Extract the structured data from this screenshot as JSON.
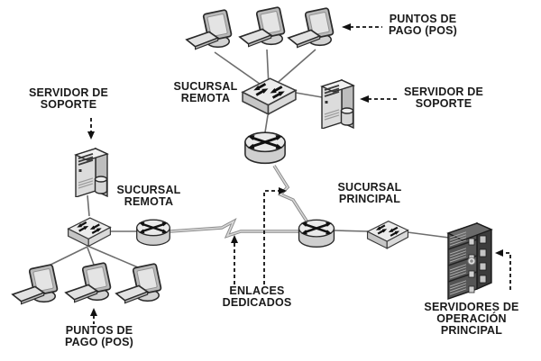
{
  "diagram": {
    "type": "network-topology",
    "language": "es",
    "labels": {
      "pos_top": "PUNTOS DE\nPAGO (POS)",
      "servidor_soporte_top": "SERVIDOR DE\nSOPORTE",
      "sucursal_remota_top": "SUCURSAL\nREMOTA",
      "sucursal_principal": "SUCURSAL\nPRINCIPAL",
      "servidor_soporte_left": "SERVIDOR DE\nSOPORTE",
      "sucursal_remota_left": "SUCURSAL\nREMOTA",
      "enlaces_dedicados": "ENLACES\nDEDICADOS",
      "pos_bottom": "PUNTOS DE\nPAGO (POS)",
      "servidores_operacion": "SERVIDORES DE\nOPERACIÓN\nPRINCIPAL"
    },
    "icons": {
      "pos_terminal": "desktop-computer-with-keyboard",
      "switch": "lan-switch-3d-box-with-arrows",
      "router": "router-cylinder-with-cross-arrows",
      "server": "tower-server-with-disk",
      "server_rack": "stacked-dark-rack-servers"
    },
    "nodes": [
      {
        "id": "pos-terminals-top",
        "type": "workstation",
        "count": 3,
        "label_ref": "pos_top"
      },
      {
        "id": "switch-remote-top",
        "type": "switch",
        "label_ref": "sucursal_remota_top"
      },
      {
        "id": "support-server-top",
        "type": "server",
        "label_ref": "servidor_soporte_top"
      },
      {
        "id": "router-remote-top",
        "type": "router"
      },
      {
        "id": "router-principal",
        "type": "router",
        "label_ref": "sucursal_principal"
      },
      {
        "id": "switch-principal",
        "type": "switch",
        "label_ref": "sucursal_principal"
      },
      {
        "id": "operation-servers",
        "type": "server-rack",
        "label_ref": "servidores_operacion"
      },
      {
        "id": "support-server-left",
        "type": "server",
        "label_ref": "servidor_soporte_left"
      },
      {
        "id": "switch-remote-left",
        "type": "switch",
        "label_ref": "sucursal_remota_left"
      },
      {
        "id": "router-remote-left",
        "type": "router"
      },
      {
        "id": "pos-terminals-bottom",
        "type": "workstation",
        "count": 3,
        "label_ref": "pos_bottom"
      }
    ],
    "connections": [
      {
        "from": "pos-terminals-top",
        "to": "switch-remote-top",
        "type": "lan"
      },
      {
        "from": "switch-remote-top",
        "to": "support-server-top",
        "type": "lan"
      },
      {
        "from": "switch-remote-top",
        "to": "router-remote-top",
        "type": "lan"
      },
      {
        "from": "router-remote-top",
        "to": "router-principal",
        "type": "enlace-dedicado"
      },
      {
        "from": "router-remote-left",
        "to": "router-principal",
        "type": "enlace-dedicado"
      },
      {
        "from": "router-principal",
        "to": "switch-principal",
        "type": "lan"
      },
      {
        "from": "switch-principal",
        "to": "operation-servers",
        "type": "lan"
      },
      {
        "from": "support-server-left",
        "to": "switch-remote-left",
        "type": "lan"
      },
      {
        "from": "switch-remote-left",
        "to": "router-remote-left",
        "type": "lan"
      },
      {
        "from": "switch-remote-left",
        "to": "pos-terminals-bottom",
        "type": "lan"
      }
    ],
    "colors": {
      "background": "#ffffff",
      "lan_line": "#6e6e6e",
      "wan_link_outline": "#8a8a8a",
      "wan_link_fill": "#d9d9d9",
      "annotation": "#111111",
      "text": "#1a1a1a",
      "icon_light": "#ececec",
      "icon_mid": "#c8c8c8",
      "rack_dark": "#4f4f4f"
    }
  }
}
